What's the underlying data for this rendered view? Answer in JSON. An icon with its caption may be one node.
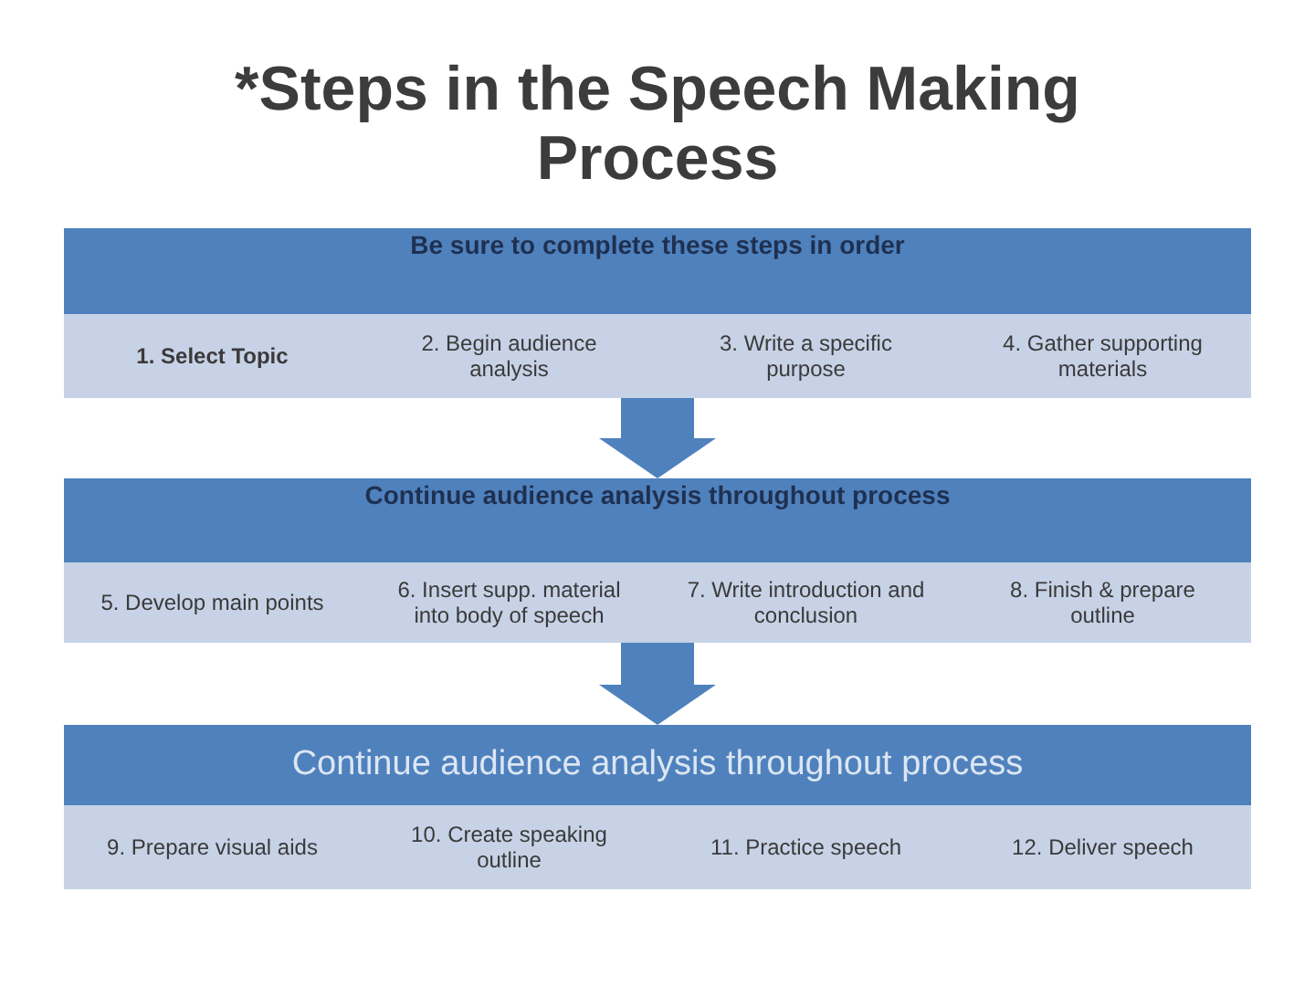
{
  "diagram": {
    "title": "*Steps in the Speech Making Process",
    "nodes": [
      {
        "text": [
          "Be sure to complete these steps in order"
        ]
      },
      {
        "text": [
          "1. Select Topic"
        ],
        "in": 0
      },
      {
        "text": [
          "2. Begin audience analysis"
        ],
        "in": 0
      },
      {
        "text": [
          "3. Write a specific purpose"
        ],
        "in": 0
      },
      {
        "text": [
          "4. Gather supporting materials"
        ],
        "in": 0
      },
      {
        "text": [
          "Continue audience analysis throughout process"
        ]
      },
      {
        "text": [
          "5. Develop main points"
        ],
        "in": 5
      },
      {
        "text": [
          "6. Insert supp. material into body of speech"
        ],
        "in": 5
      },
      {
        "text": [
          "7. Write introduction and conclusion"
        ],
        "in": 5
      },
      {
        "text": [
          "8. Finish & prepare outline"
        ],
        "in": 5
      },
      {
        "text": [
          "Continue audience analysis throughout process"
        ]
      },
      {
        "text": [
          "9. Prepare visual aids"
        ],
        "in": 10
      },
      {
        "text": [
          "10. Create speaking outline"
        ],
        "in": 10
      },
      {
        "text": [
          "11. Practice speech"
        ],
        "in": 10
      },
      {
        "text": [
          "12. Deliver speech"
        ],
        "in": 10
      }
    ],
    "edges": [
      {
        "from": 0,
        "to": 5,
        "arrow": "to"
      },
      {
        "from": 5,
        "to": 10,
        "arrow": "to"
      }
    ]
  }
}
